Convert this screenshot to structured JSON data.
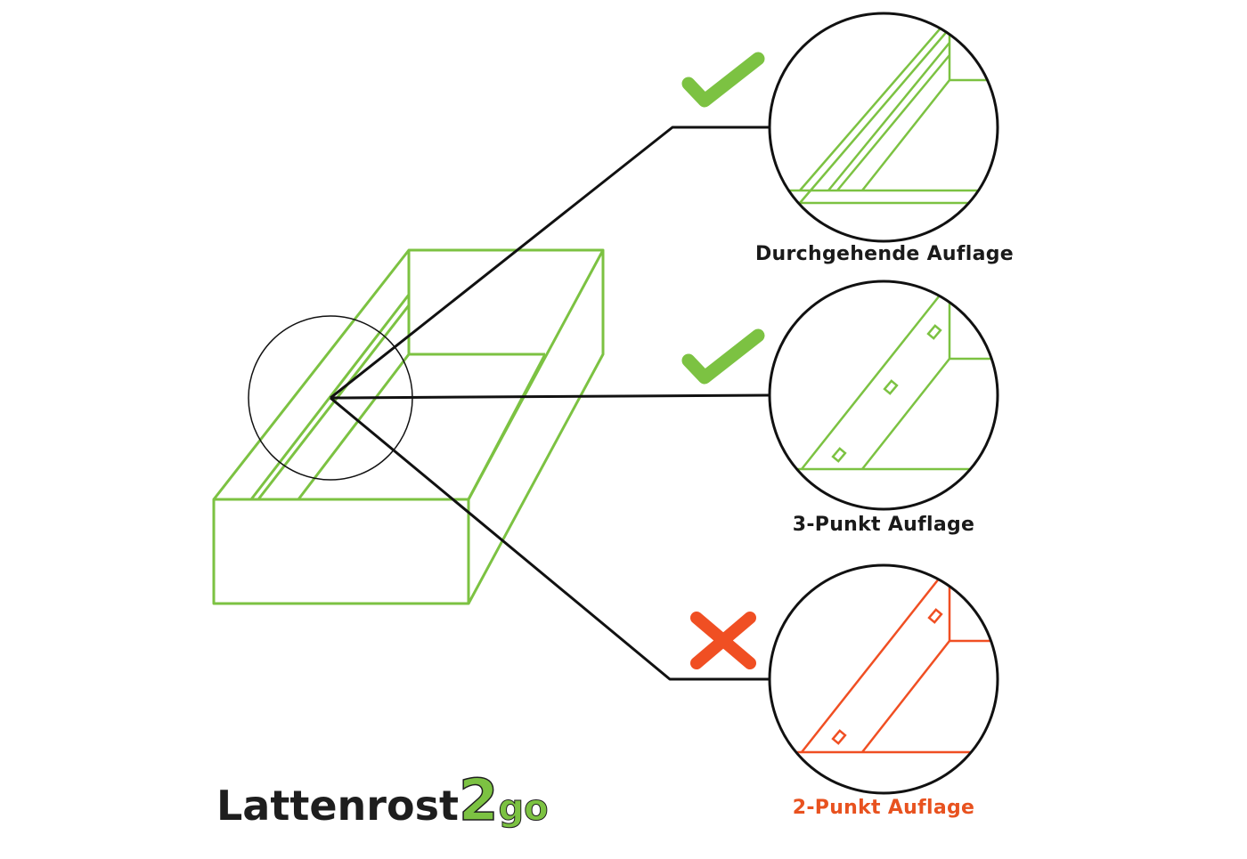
{
  "colors": {
    "green": "#7cc242",
    "orange": "#f04f23",
    "line": "#111111",
    "caption_dark": "#1a1a1a",
    "caption_orange": "#e8521f"
  },
  "options": [
    {
      "caption": "Durchgehende Auflage",
      "status": "ok",
      "icon": "checkmark-icon"
    },
    {
      "caption": "3-Punkt Auflage",
      "status": "ok",
      "icon": "checkmark-icon"
    },
    {
      "caption": "2-Punkt Auflage",
      "status": "bad",
      "icon": "cross-icon"
    }
  ],
  "logo": {
    "word": "Lattenrost",
    "two": "2",
    "go": "go"
  }
}
